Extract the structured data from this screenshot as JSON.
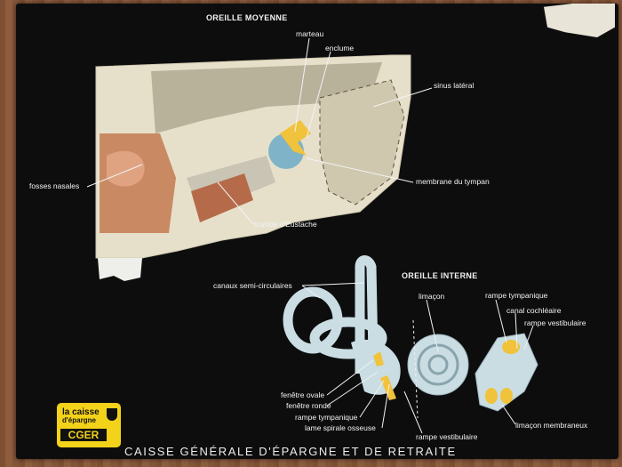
{
  "middle_ear": {
    "title": "OREILLE MOYENNE",
    "labels": {
      "marteau": "marteau",
      "enclume": "enclume",
      "sinus": "sinus latéral",
      "fosses": "fosses nasales",
      "membrane": "membrane du tympan",
      "trompe": "trompe d'Eustache"
    }
  },
  "inner_ear": {
    "title": "OREILLE INTERNE",
    "labels": {
      "canaux": "canaux semi-circulaires",
      "limacon": "limaçon",
      "rampe_tympanique_top": "rampe tympanique",
      "canal_cochleaire": "canal cochléaire",
      "rampe_vestibulaire_top": "rampe vestibulaire",
      "fenetre_ovale": "fenêtre ovale",
      "fenetre_ronde": "fenêtre ronde",
      "rampe_tympanique": "rampe tympanique",
      "lame_spirale": "lame spirale osseuse",
      "rampe_vestibulaire": "rampe vestibulaire",
      "limacon_membraneux": "limaçon membraneux"
    }
  },
  "logo": {
    "line1": "la caisse",
    "line2": "d'épargne",
    "brand": "CGER"
  },
  "footer": "CAISSE GÉNÉRALE D'ÉPARGNE ET DE RETRAITE",
  "colors": {
    "board": "#0d0d0e",
    "bone": "#e8e2cf",
    "cochlea": "#c9dde3",
    "ossicle": "#f1c23b",
    "logo": "#f3d21a"
  }
}
